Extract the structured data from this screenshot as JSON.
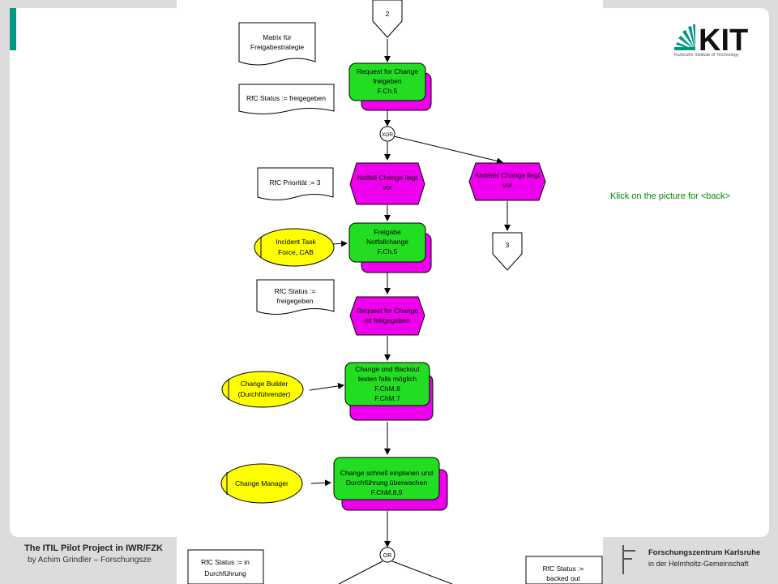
{
  "slide": {
    "back_link_text": "Klick on the picture for <back>",
    "footer_title": "The ITIL Pilot Project in IWR/FZK",
    "footer_author": "by Achim Grindler – Forschungsze"
  },
  "logos": {
    "kit_text": "KIT",
    "kit_subtitle": "Karlsruhe Institute of Technology",
    "fz_name": "Forschungszentrum Karlsruhe",
    "fz_subtitle": "in der Helmholtz-Gemeinschaft"
  },
  "colors": {
    "function_green": "#22dd22",
    "event_magenta": "#ee00ee",
    "role_yellow": "#ffff00",
    "accent_teal": "#009682",
    "link_green": "#008a00"
  },
  "diagram": {
    "connector_top": "2",
    "connector_right": "3",
    "doc_matrix": [
      "Matrix für",
      "Freigabestrategie"
    ],
    "doc_status_freigegeben": [
      "RfC Status := freigegeben"
    ],
    "doc_prioritaet": [
      "RfC Priorität := 3"
    ],
    "doc_status_freigegeben_2": [
      "RfC Status :=",
      "freigegeben"
    ],
    "doc_status_in_durchfuehrung": [
      "RfC Status := in",
      "Durchführung"
    ],
    "doc_status_backed_out": [
      "RfC Status :=",
      "backed out"
    ],
    "fn_request_freigeben": [
      "Request for Change",
      "freigeben",
      "F.Ch.5"
    ],
    "fn_freigabe_notfall": [
      "Freigabe",
      "Notfallchange",
      "F.Ch.5"
    ],
    "fn_change_backout": [
      "Change und Backout",
      "testen falls möglich",
      "F.ChM.6",
      "F.ChM.7"
    ],
    "fn_change_einplanen": [
      "Change schnell einplanen und",
      "Durchführung überwachen",
      "F.ChM.8,9"
    ],
    "ev_notfall": [
      "Notfall Change liegt",
      "vor"
    ],
    "ev_anderer": [
      "Anderer Change liegt",
      "vor"
    ],
    "ev_ist_freigegeben": [
      "Request for Change",
      "ist freigegeben"
    ],
    "role_incident": [
      "Incident Task",
      "Force, CAB"
    ],
    "role_builder": [
      "Change Builder",
      "(Durchführender)"
    ],
    "role_manager": [
      "Change Manager"
    ],
    "op_xor": "XOR",
    "op_or": "OR"
  }
}
